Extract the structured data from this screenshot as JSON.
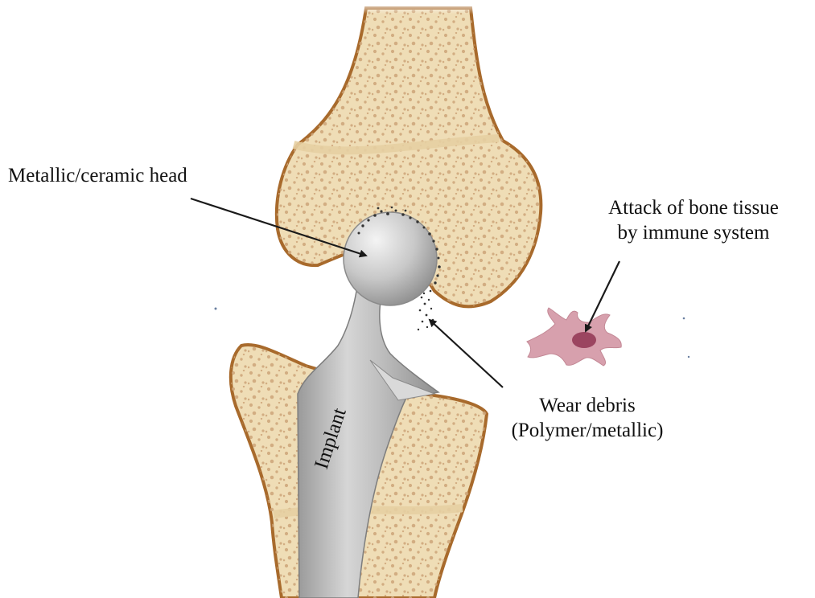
{
  "labels": {
    "head": "Metallic/ceramic head",
    "attack_line1": "Attack of bone tissue",
    "attack_line2": "by immune system",
    "debris_line1": "Wear debris",
    "debris_line2": "(Polymer/metallic)",
    "implant": "Implant"
  },
  "colors": {
    "bone_fill": "#efddb6",
    "bone_outline": "#a86a2c",
    "trabecular": "#cda579",
    "implant_light": "#e4e4e4",
    "implant_mid": "#b3b3b3",
    "implant_dark": "#8c8c8c",
    "immune_cell": "#d7a0ad",
    "cell_nucleus": "#9b4560",
    "arrow": "#1a1a1a"
  }
}
